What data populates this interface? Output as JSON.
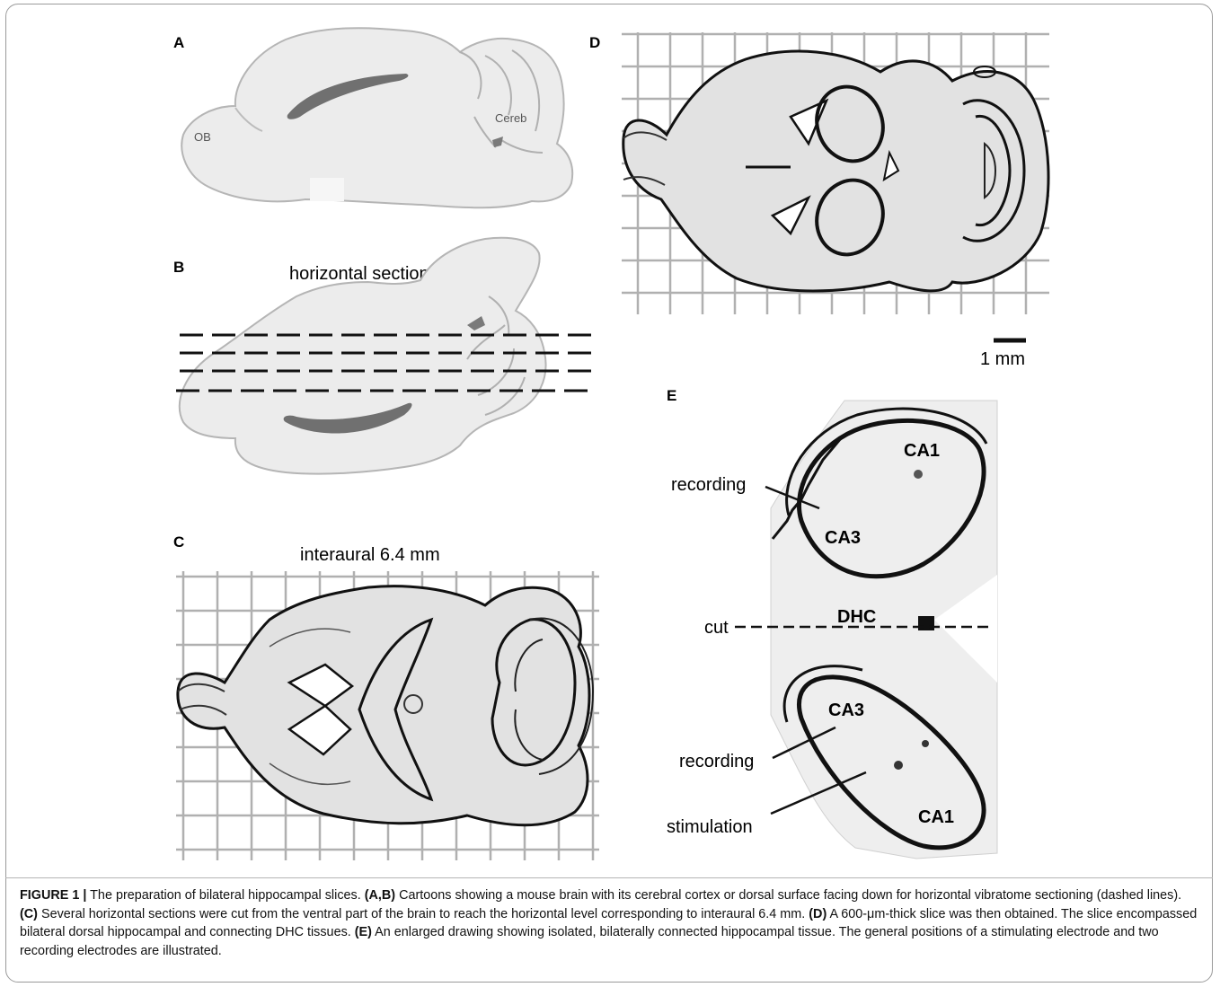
{
  "panels": {
    "a": {
      "letter": "A",
      "ob_label": "OB",
      "cereb_label": "Cereb"
    },
    "b": {
      "letter": "B",
      "title": "horizontal sectioning"
    },
    "c": {
      "letter": "C",
      "title": "interaural 6.4 mm"
    },
    "d": {
      "letter": "D",
      "scale_bar_label": "1 mm"
    },
    "e": {
      "letter": "E",
      "ca1_top": "CA1",
      "ca3_top": "CA3",
      "dhc": "DHC",
      "ca3_bottom": "CA3",
      "ca1_bottom": "CA1",
      "recording_top": "recording",
      "cut": "cut",
      "recording_bottom": "recording",
      "stimulation": "stimulation"
    }
  },
  "caption": {
    "figure_label": "FIGURE 1 |",
    "title": " The preparation of bilateral hippocampal slices. ",
    "ab_ref": "(A,B)",
    "ab_text": " Cartoons showing a mouse brain with its cerebral cortex or dorsal surface facing down for horizontal vibratome sectioning (dashed lines). ",
    "c_ref": "(C)",
    "c_text": " Several horizontal sections were cut from the ventral part of the brain to reach the horizontal level corresponding to interaural 6.4 mm. ",
    "d_ref": "(D)",
    "d_text": " A 600-μm-thick slice was then obtained. The slice encompassed bilateral dorsal hippocampal and connecting DHC tissues. ",
    "e_ref": "(E)",
    "e_text": " An enlarged drawing showing isolated, bilaterally connected hippocampal tissue. The general positions of a stimulating electrode and two recording electrodes are illustrated."
  },
  "colors": {
    "brain_fill": "#ececec",
    "brain_stroke": "#b5b5b5",
    "ventricle": "#6f6f6f",
    "grid": "#b0b0b0",
    "ink": "#111111"
  }
}
